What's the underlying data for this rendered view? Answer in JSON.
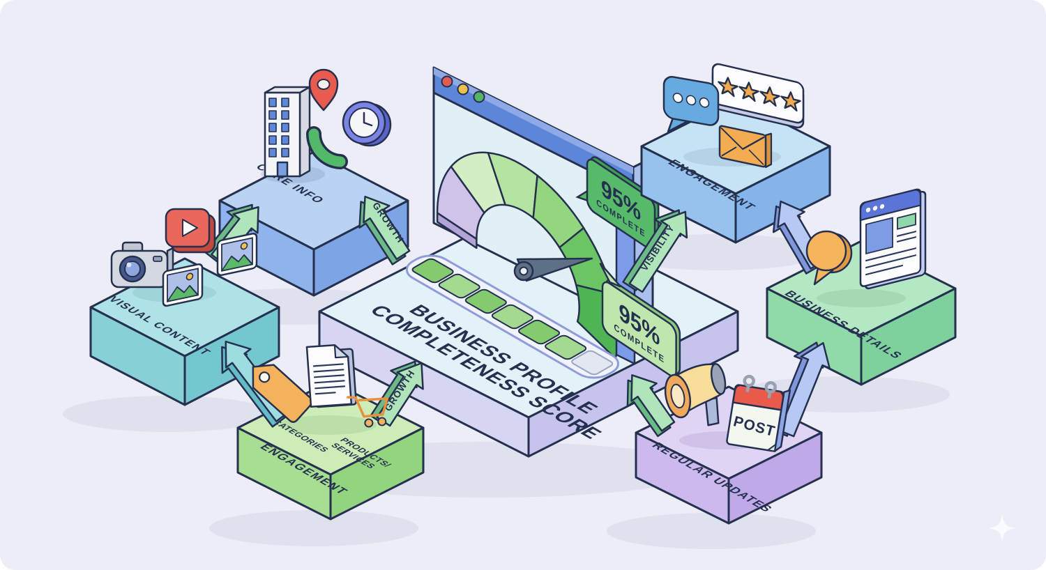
{
  "illustration": {
    "center": {
      "title_line1": "BUSINESS PROFILE",
      "title_line2": "COMPLETENESS SCORE",
      "badge_top": {
        "percent": "95%",
        "label": "COMPLETE"
      },
      "badge_bottom": {
        "percent": "95%",
        "label": "COMPLETE"
      },
      "gauge": {
        "value_percent": 95,
        "segment_colors": [
          "#cfc3ea",
          "#d4eec4",
          "#b4e3a2",
          "#93d67f",
          "#6cc564",
          "#4fb554"
        ]
      },
      "progress_bar": {
        "total_segments": 7,
        "filled_segments": 6
      }
    },
    "blocks": {
      "core_info": {
        "label": "CORE INFO",
        "icons": [
          "building-icon",
          "location-pin-icon",
          "phone-icon",
          "clock-icon"
        ]
      },
      "visual_content": {
        "label": "VISUAL CONTENT",
        "icons": [
          "camera-icon",
          "video-play-icon",
          "photo-icon",
          "photo-icon"
        ]
      },
      "categories_engagement": {
        "label": "ENGAGEMENT",
        "categories_label": "CATEGORIES",
        "products_label_line1": "PRODUCTS/",
        "products_label_line2": "SERVICES",
        "icons": [
          "tag-icon",
          "document-icon",
          "shopping-cart-icon"
        ]
      },
      "engagement": {
        "label": "ENGAGEMENT",
        "icons": [
          "chat-bubble-icon",
          "star-rating-icon",
          "envelope-icon"
        ]
      },
      "business_details": {
        "label": "BUSINESS DETAILS",
        "icons": [
          "speech-bubble-icon",
          "webpage-icon"
        ]
      },
      "regular_updates": {
        "label": "REGULAR UPDATES",
        "calendar_label": "POST",
        "icons": [
          "megaphone-icon",
          "calendar-icon"
        ]
      }
    },
    "arrows": {
      "growth_top_label": "GROWTH",
      "growth_bottom_label": "GROWTH",
      "visibility_label": "VISIBILITY"
    },
    "colors": {
      "background": "#ecedf7",
      "outline": "#25304f",
      "core_info_top": "#bad3f3",
      "visual_content_top": "#aee2e6",
      "engagement_left_top": "#cdecb8",
      "engagement_right_top": "#c6e2f5",
      "business_details_top": "#b4e8c4",
      "regular_updates_top": "#e0d4f4",
      "badge_green": "#57b96a",
      "badge_light_green": "#bfe7ad"
    }
  }
}
